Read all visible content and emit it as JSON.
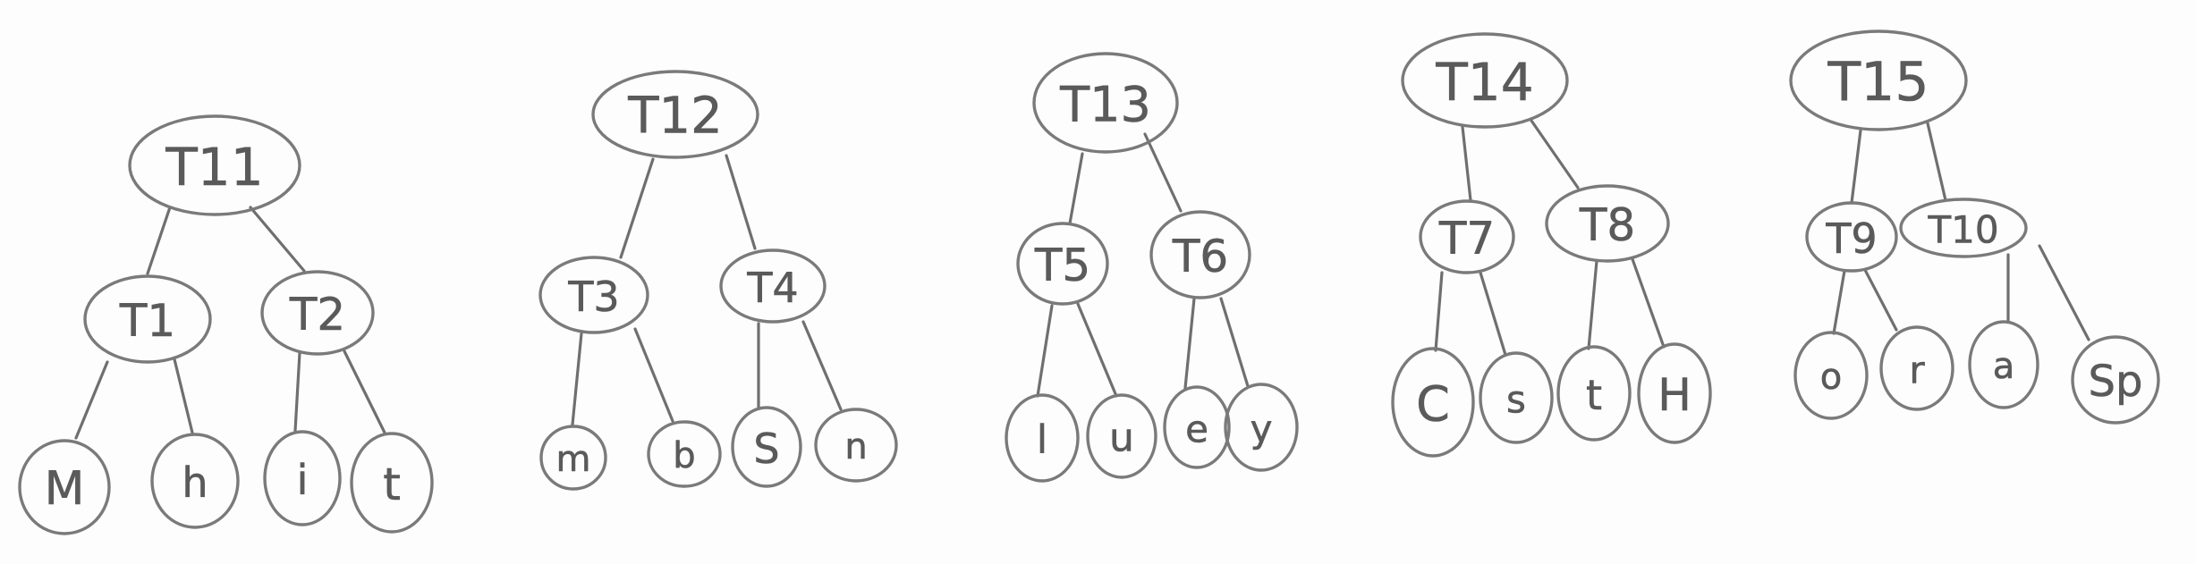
{
  "trees": [
    {
      "root": "T11",
      "children": [
        {
          "label": "T1",
          "leaves": [
            "M",
            "h"
          ]
        },
        {
          "label": "T2",
          "leaves": [
            "i",
            "t"
          ]
        }
      ]
    },
    {
      "root": "T12",
      "children": [
        {
          "label": "T3",
          "leaves": [
            "m",
            "b"
          ]
        },
        {
          "label": "T4",
          "leaves": [
            "S",
            "n"
          ]
        }
      ]
    },
    {
      "root": "T13",
      "children": [
        {
          "label": "T5",
          "leaves": [
            "l",
            "u"
          ]
        },
        {
          "label": "T6",
          "leaves": [
            "e",
            "y"
          ]
        }
      ]
    },
    {
      "root": "T14",
      "children": [
        {
          "label": "T7",
          "leaves": [
            "C",
            "s"
          ]
        },
        {
          "label": "T8",
          "leaves": [
            "t",
            "H"
          ]
        }
      ]
    },
    {
      "root": "T15",
      "children": [
        {
          "label": "T9",
          "leaves": [
            "o",
            "r"
          ]
        },
        {
          "label": "T10",
          "leaves": [
            "a",
            "Sp"
          ]
        }
      ]
    }
  ]
}
